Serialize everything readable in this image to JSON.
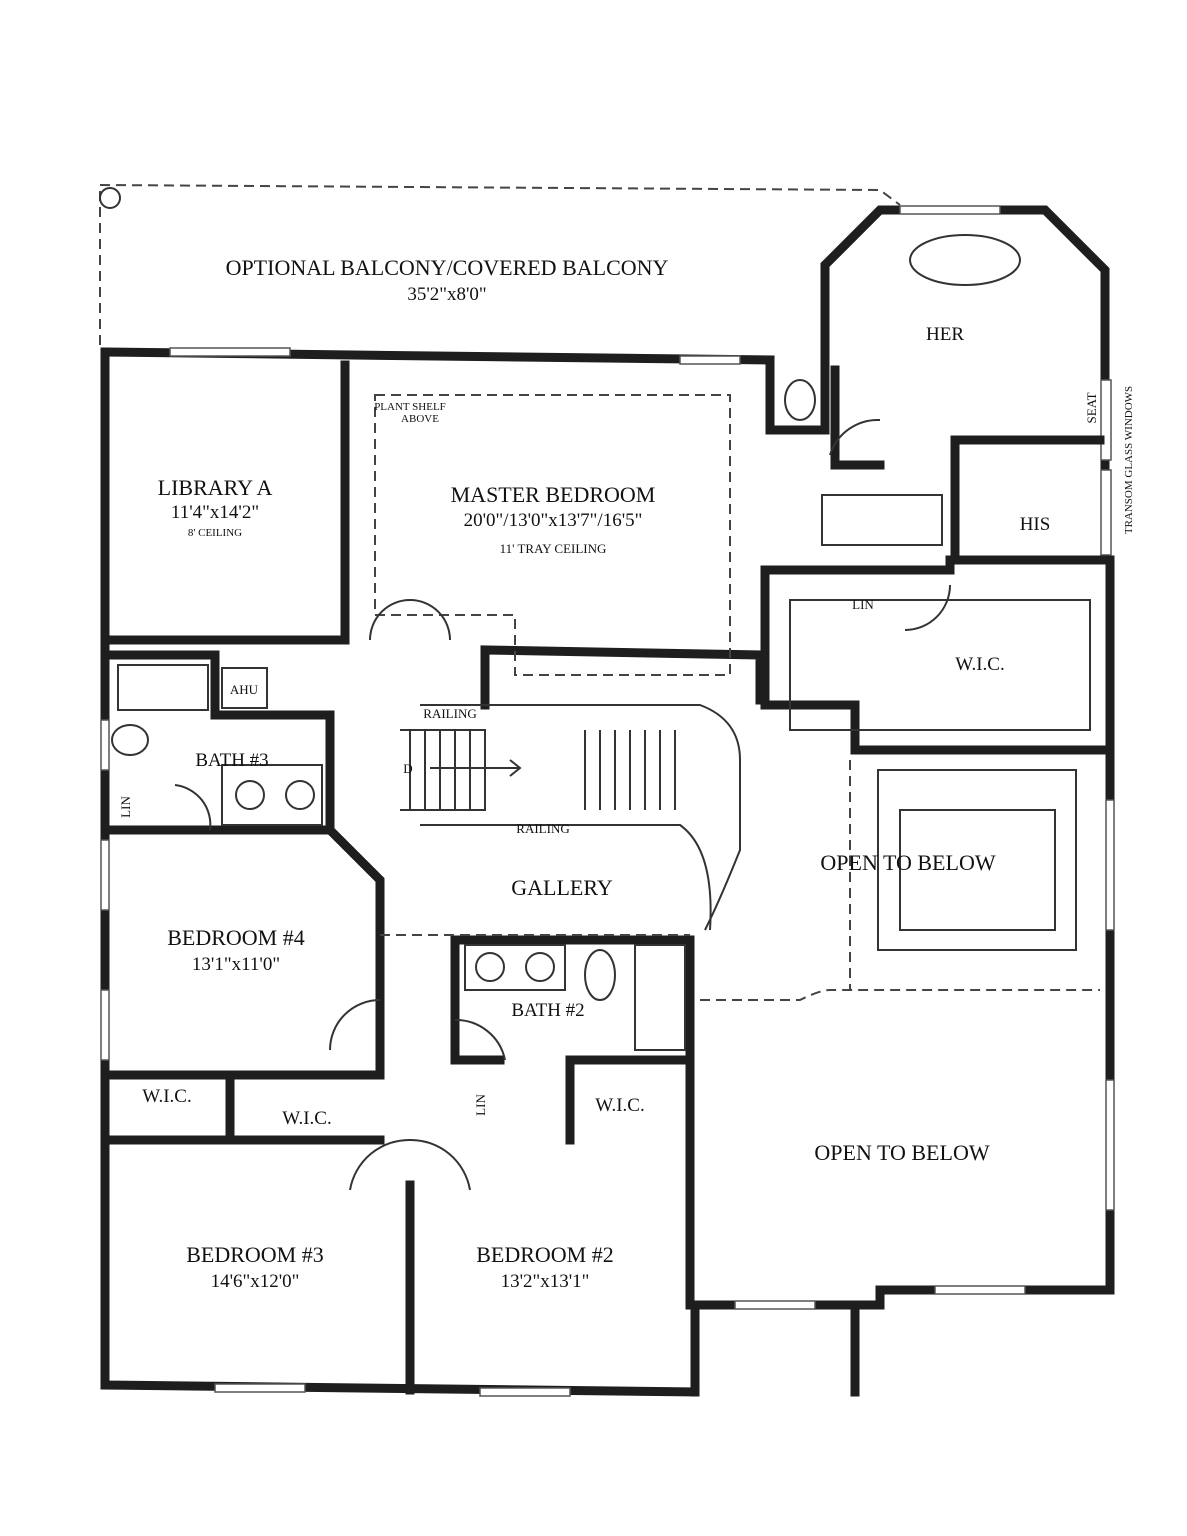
{
  "rooms": {
    "balcony": {
      "name": "OPTIONAL BALCONY/COVERED BALCONY",
      "size": "35'2\"x8'0\""
    },
    "library": {
      "name": "LIBRARY A",
      "size": "11'4\"x14'2\"",
      "note": "8' CEILING"
    },
    "master": {
      "name": "MASTER BEDROOM",
      "size": "20'0\"/13'0\"x13'7\"/16'5\"",
      "note": "11' TRAY CEILING"
    },
    "plant_shelf": "PLANT SHELF",
    "plant_shelf_2": "ABOVE",
    "her": "HER",
    "his": "HIS",
    "seat": "SEAT",
    "transom": "TRANSOM GLASS WINDOWS",
    "lin_master": "LIN",
    "wic_master": "W.I.C.",
    "ahu": "AHU",
    "bath3": "BATH #3",
    "lin_bath3": "LIN",
    "railing_top": "RAILING",
    "railing_bottom": "RAILING",
    "stair_down": "D",
    "gallery": "GALLERY",
    "open_below_1": "OPEN TO BELOW",
    "open_below_2": "OPEN TO BELOW",
    "bedroom4": {
      "name": "BEDROOM #4",
      "size": "13'1\"x11'0\""
    },
    "bath2": "BATH #2",
    "lin_bath2": "LIN",
    "wic_b4": "W.I.C.",
    "wic_b3": "W.I.C.",
    "wic_b2": "W.I.C.",
    "bedroom3": {
      "name": "BEDROOM #3",
      "size": "14'6\"x12'0\""
    },
    "bedroom2": {
      "name": "BEDROOM #2",
      "size": "13'2\"x13'1\""
    }
  }
}
